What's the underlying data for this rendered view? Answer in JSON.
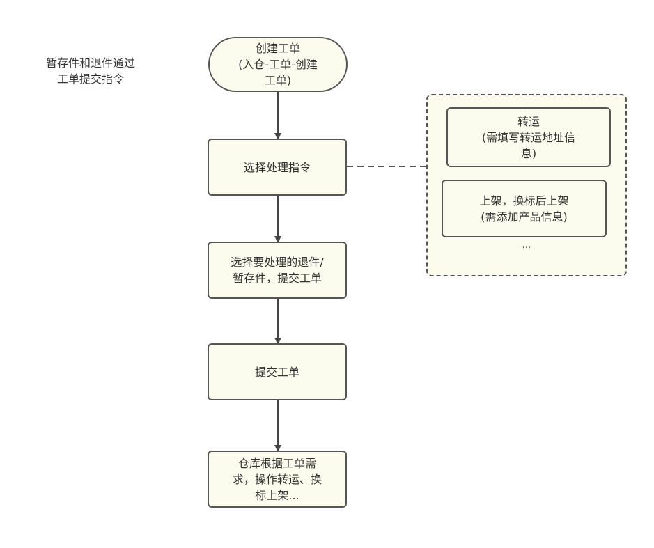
{
  "note": {
    "line1": "暂存件和退件通过",
    "line2": "工单提交指令"
  },
  "flow": {
    "start": {
      "lines": [
        "创建工单",
        "(入仓-工单-创建",
        "工单)"
      ]
    },
    "step1": {
      "lines": [
        "选择处理指令"
      ]
    },
    "step2": {
      "lines": [
        "选择要处理的退件/",
        "暂存件，提交工单"
      ]
    },
    "step3": {
      "lines": [
        "提交工单"
      ]
    },
    "step4": {
      "lines": [
        "仓库根据工单需",
        "求，操作转运、换",
        "标上架..."
      ]
    }
  },
  "options": {
    "transfer": {
      "lines": [
        "转运",
        "(需填写转运地址信",
        "息)"
      ]
    },
    "relabel": {
      "lines": [
        "上架，换标后上架",
        "(需添加产品信息)"
      ]
    },
    "more": "..."
  },
  "colors": {
    "node_fill": "#fcfcee",
    "stroke": "#555555",
    "text": "#333333"
  }
}
